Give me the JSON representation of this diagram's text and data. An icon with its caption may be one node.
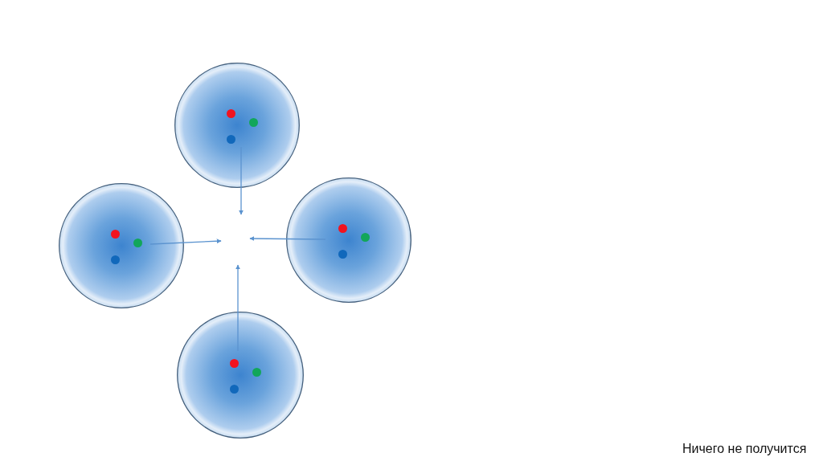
{
  "diagram": {
    "nodes": [
      {
        "text": [],
        "shape": "circle"
      },
      {
        "text": [],
        "shape": "circle"
      },
      {
        "text": [],
        "shape": "circle"
      },
      {
        "text": [],
        "shape": "circle"
      }
    ],
    "edges": [
      {
        "from": 0,
        "to": null,
        "arrow": "to"
      },
      {
        "from": 1,
        "to": null,
        "arrow": "to"
      },
      {
        "from": 2,
        "to": null,
        "arrow": "to"
      },
      {
        "from": 3,
        "to": null,
        "arrow": "to"
      }
    ],
    "labels": [
      "Ничего не получится"
    ]
  }
}
